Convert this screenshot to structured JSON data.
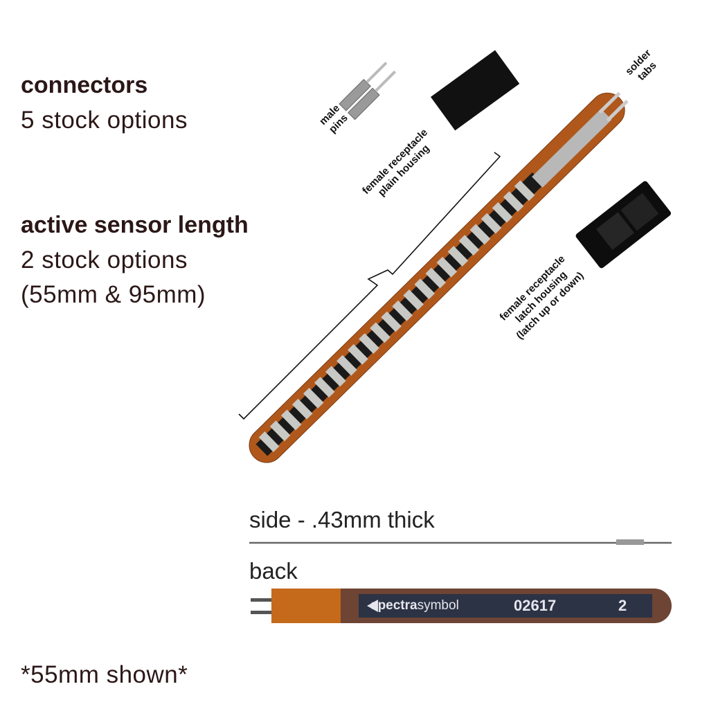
{
  "sections": {
    "connectors": {
      "title": "connectors",
      "subtitle": "5 stock options"
    },
    "length": {
      "title": "active sensor length",
      "subtitle": "2 stock options",
      "detail": "(55mm & 95mm)"
    }
  },
  "callouts": {
    "male_pins": [
      "male",
      "pins"
    ],
    "plain_housing": [
      "female receptacle",
      "plain housing"
    ],
    "solder_tabs": [
      "solder",
      "tabs"
    ],
    "latch_housing": [
      "female receptacle",
      "latch housing",
      "(latch up or down)"
    ]
  },
  "views": {
    "side": "side - .43mm thick",
    "back": "back"
  },
  "back_print": {
    "brand_bold": "spectra",
    "brand_light": "symbol",
    "serial": "02617",
    "version": "2"
  },
  "footnote": "*55mm shown*",
  "colors": {
    "kapton": "#b0581c",
    "trace": "#1a1a1a",
    "pad": "#c8c8c4",
    "text": "#2b1717"
  }
}
